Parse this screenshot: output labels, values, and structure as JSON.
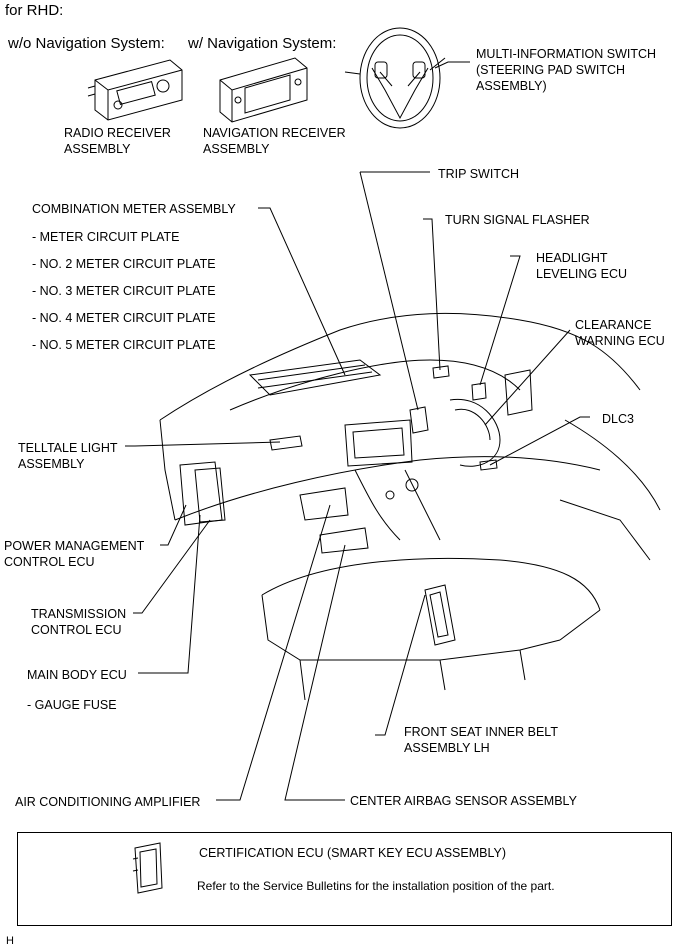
{
  "header": {
    "title": "for RHD:",
    "col1": "w/o Navigation System:",
    "col2": "w/ Navigation System:"
  },
  "labels": {
    "radio": [
      "RADIO RECEIVER",
      "ASSEMBLY"
    ],
    "nav": [
      "NAVIGATION RECEIVER",
      "ASSEMBLY"
    ],
    "multi": [
      "MULTI-INFORMATION SWITCH",
      "(STEERING PAD SWITCH",
      "ASSEMBLY)"
    ],
    "trip": "TRIP SWITCH",
    "combo": "COMBINATION METER ASSEMBLY",
    "combo_subs": [
      "- METER CIRCUIT PLATE",
      "- NO. 2 METER CIRCUIT PLATE",
      "- NO. 3 METER CIRCUIT PLATE",
      "- NO. 4 METER CIRCUIT PLATE",
      "- NO. 5 METER CIRCUIT PLATE"
    ],
    "turn": "TURN SIGNAL FLASHER",
    "headlight": [
      "HEADLIGHT",
      "LEVELING ECU"
    ],
    "clearance": [
      "CLEARANCE",
      "WARNING ECU"
    ],
    "dlc3": "DLC3",
    "telltale": [
      "TELLTALE LIGHT",
      "ASSEMBLY"
    ],
    "power": [
      "POWER MANAGEMENT",
      "CONTROL ECU"
    ],
    "trans": [
      "TRANSMISSION",
      "CONTROL ECU"
    ],
    "mainbody": "MAIN BODY ECU",
    "gauge": "- GAUGE FUSE",
    "belt": [
      "FRONT SEAT INNER BELT",
      "ASSEMBLY LH"
    ],
    "aircon": "AIR CONDITIONING AMPLIFIER",
    "airbag": "CENTER AIRBAG SENSOR ASSEMBLY"
  },
  "footer_box": {
    "title": "CERTIFICATION ECU (SMART KEY ECU ASSEMBLY)",
    "note": "Refer to the Service Bulletins for the installation position of the part."
  },
  "corner_mark": "H"
}
